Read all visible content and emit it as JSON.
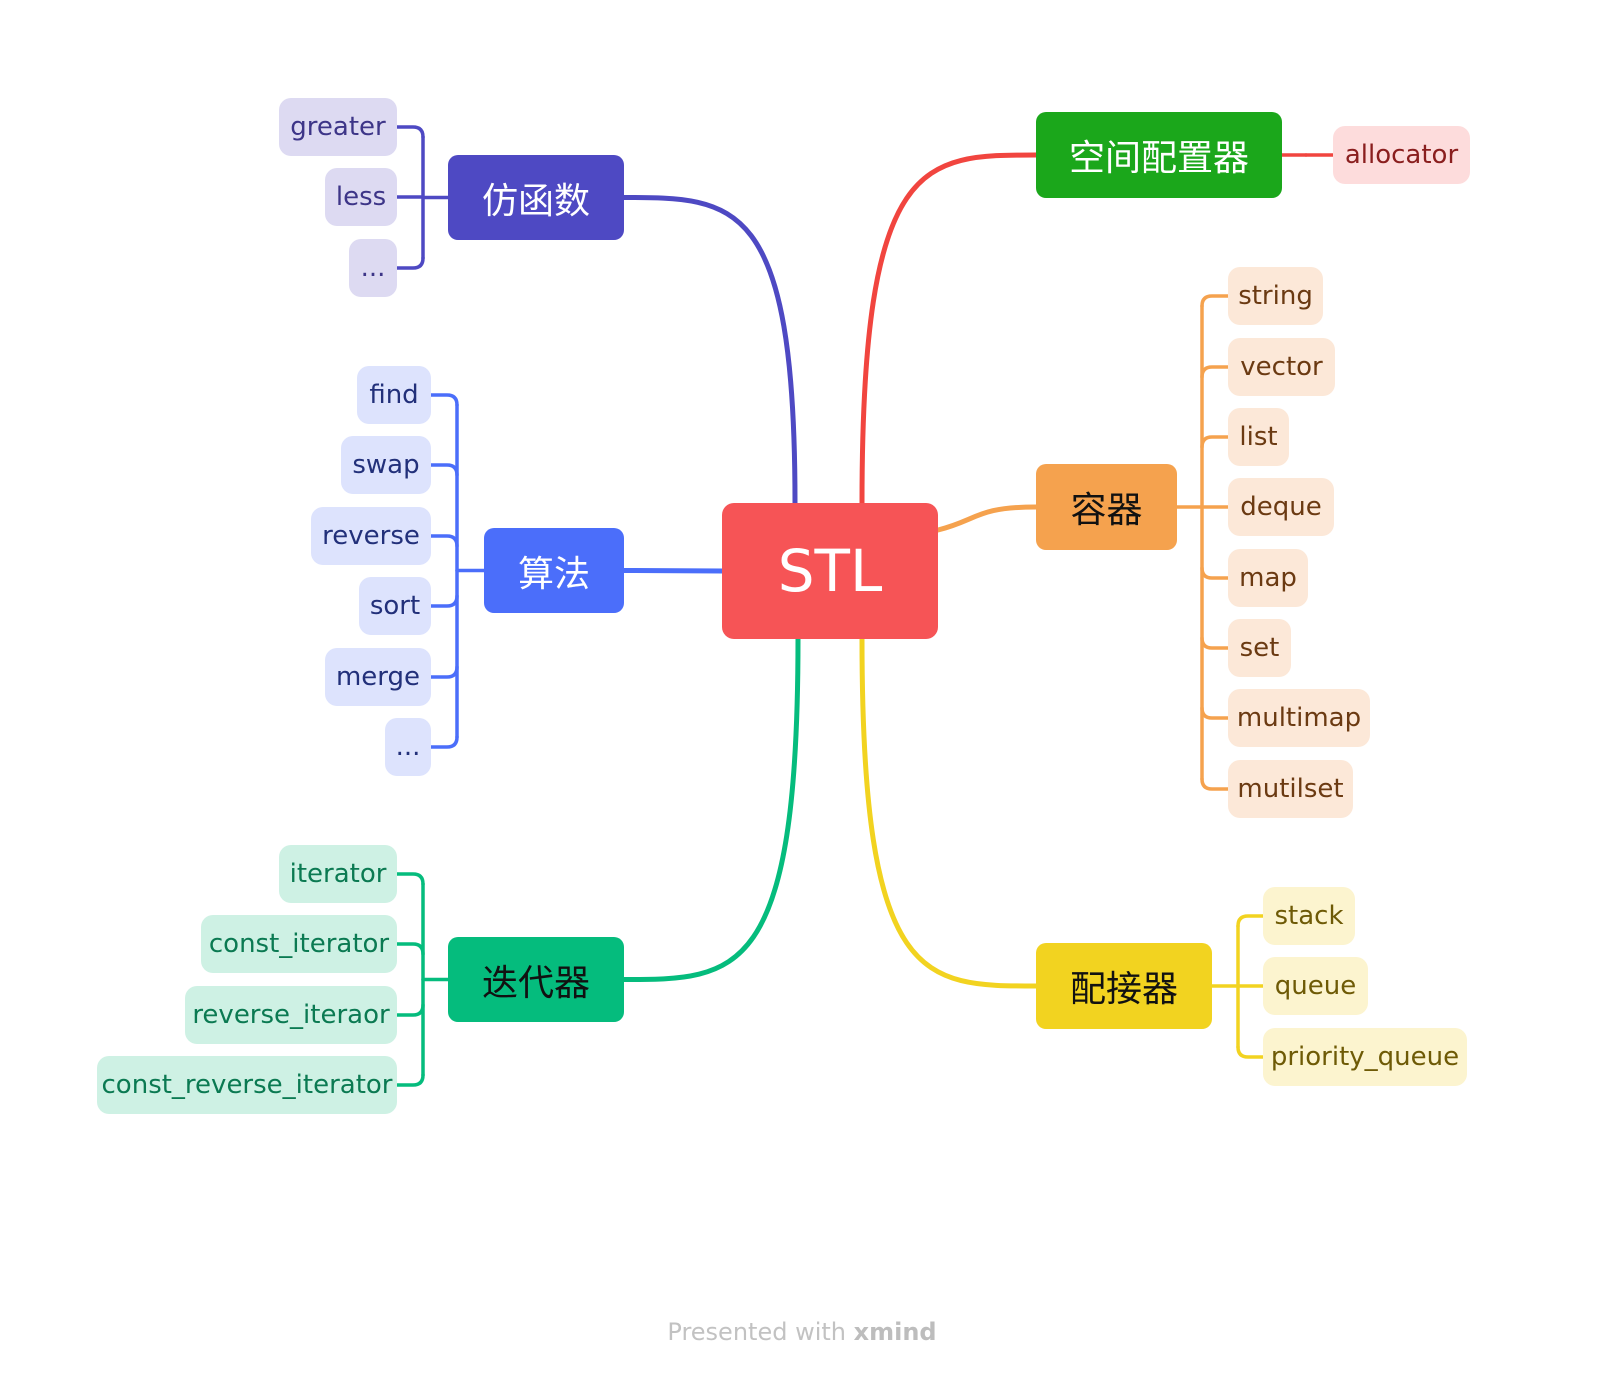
{
  "root": {
    "label": "STL",
    "color": "#F65456"
  },
  "branches": [
    {
      "id": "functor",
      "label": "仿函数",
      "color": "#4E49C3",
      "text_color": "#ffffff",
      "leaf_bg": "#DDDAF2",
      "leaf_text": "#3D3588",
      "children": [
        "greater",
        "less",
        "..."
      ]
    },
    {
      "id": "algorithm",
      "label": "算法",
      "color": "#4B6EFA",
      "text_color": "#ffffff",
      "leaf_bg": "#DDE3FD",
      "leaf_text": "#22307A",
      "children": [
        "find",
        "swap",
        "reverse",
        "sort",
        "merge",
        "..."
      ]
    },
    {
      "id": "iterator",
      "label": "迭代器",
      "color": "#05BC7D",
      "text_color": "#111111",
      "leaf_bg": "#CEF1E4",
      "leaf_text": "#0B7A52",
      "children": [
        "iterator",
        "const_iterator",
        "reverse_iteraor",
        "const_reverse_iterator"
      ]
    },
    {
      "id": "allocator",
      "label": "空间配置器",
      "color": "#1BA71B",
      "text_color": "#ffffff",
      "leaf_bg": "#FDDCDC",
      "leaf_text": "#8A1E1E",
      "wire_color": "#F1453F",
      "children": [
        "allocator"
      ]
    },
    {
      "id": "container",
      "label": "容器",
      "color": "#F5A24E",
      "text_color": "#111111",
      "leaf_bg": "#FCE8D8",
      "leaf_text": "#6B3A12",
      "children": [
        "string",
        "vector",
        "list",
        "deque",
        "map",
        "set",
        "multimap",
        "mutilset"
      ]
    },
    {
      "id": "adapter",
      "label": "配接器",
      "color": "#F2D320",
      "text_color": "#111111",
      "leaf_bg": "#FCF4CF",
      "leaf_text": "#6E5A06",
      "children": [
        "stack",
        "queue",
        "priority_queue"
      ]
    }
  ],
  "footer": {
    "prefix": "Presented with ",
    "brand": "xmind"
  }
}
